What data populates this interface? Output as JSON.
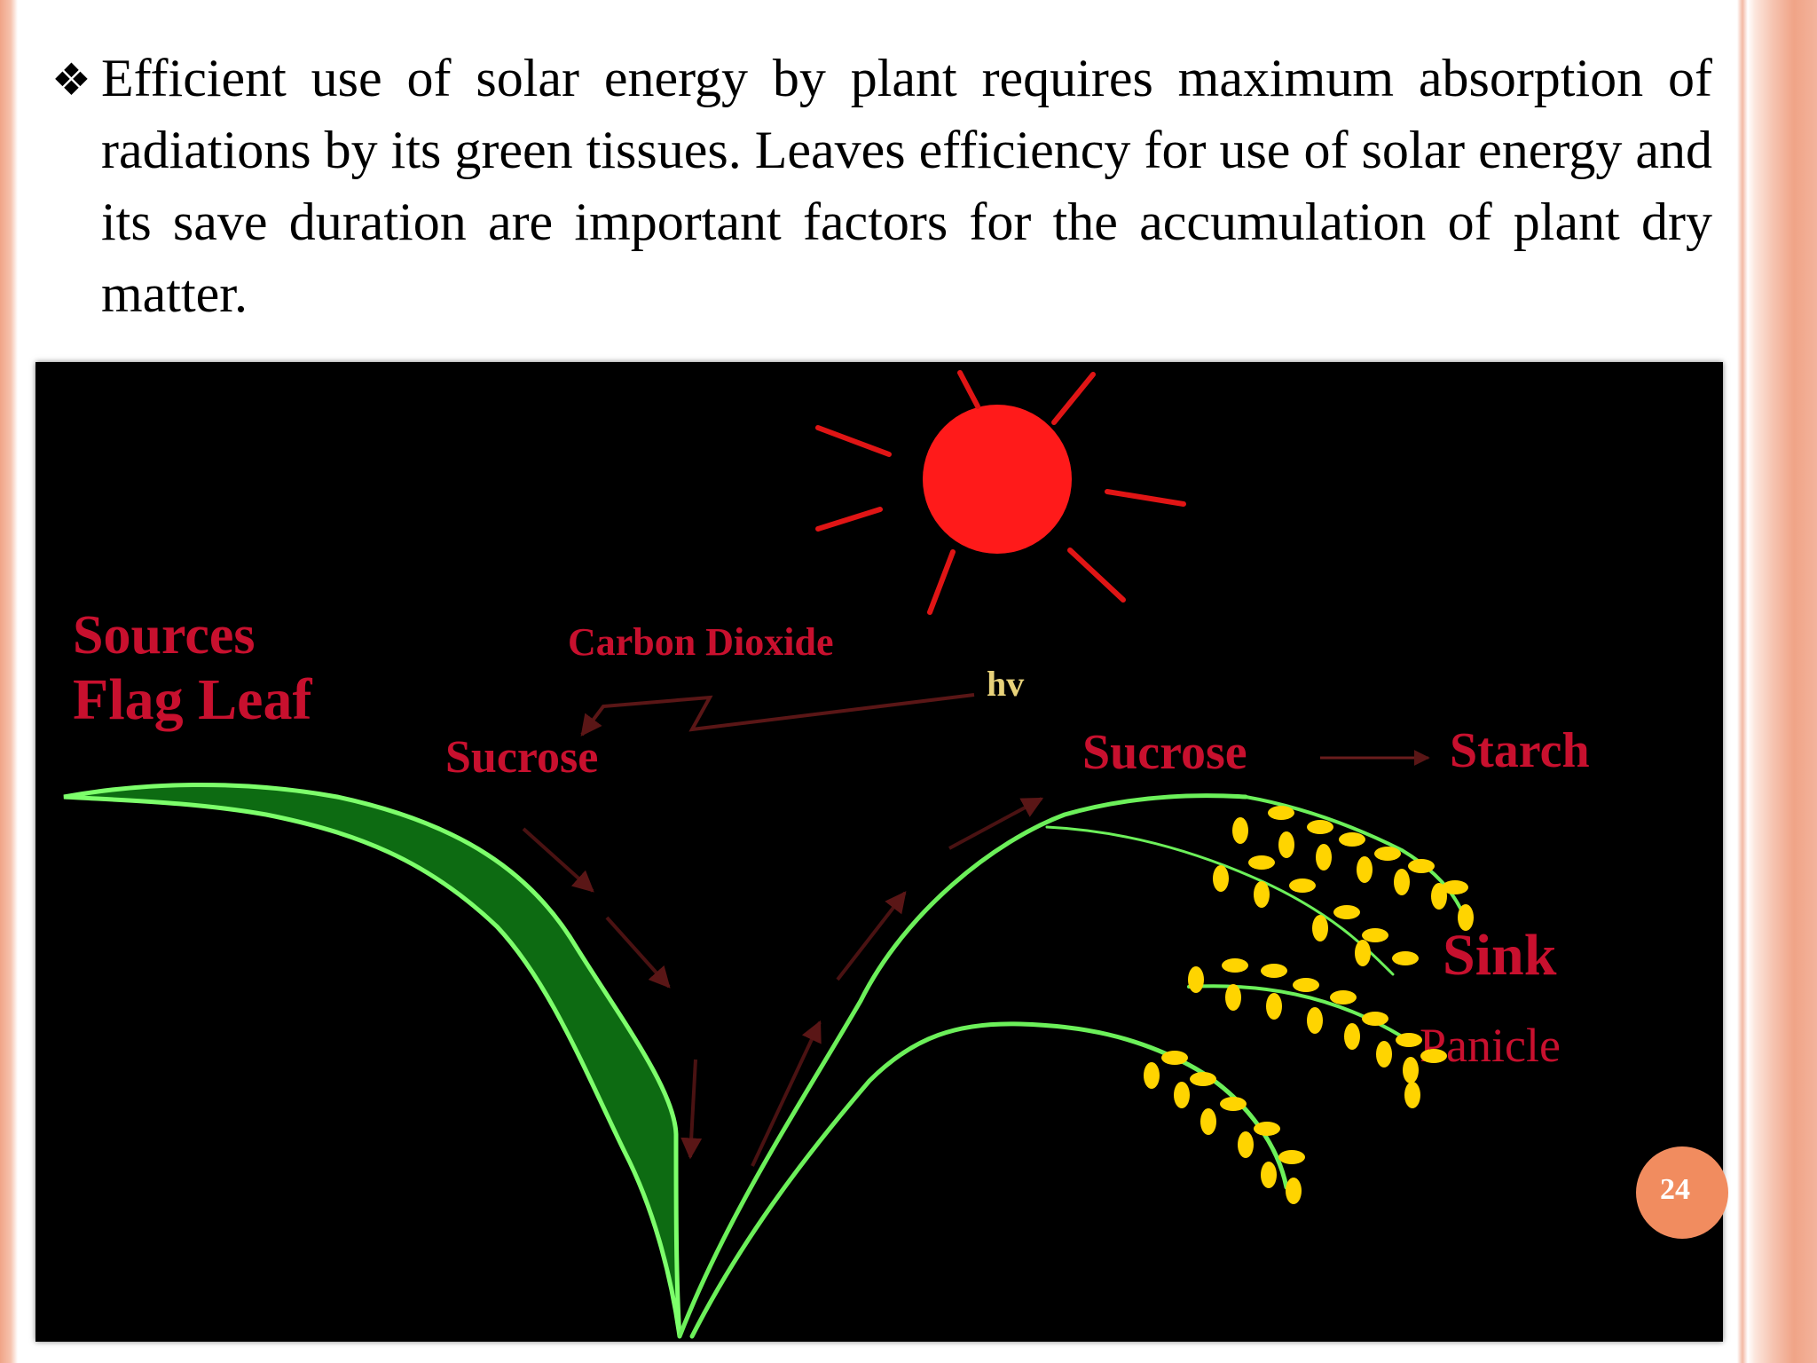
{
  "slide": {
    "bullet_symbol": "❖",
    "body_text": "Efficient use of solar energy by plant requires maximum absorption of radiations by its green tissues. Leaves efficiency for use of solar energy and its save duration are important factors for the accumulation of plant dry matter.",
    "page_number": "24"
  },
  "diagram": {
    "labels": {
      "sources": "Sources",
      "flag_leaf": "Flag Leaf",
      "carbon_dioxide": "Carbon Dioxide",
      "hv": "hv",
      "sucrose_leaf": "Sucrose",
      "sucrose_panicle": "Sucrose",
      "starch": "Starch",
      "sink": "Sink",
      "panicle": "Panicle"
    }
  },
  "colors": {
    "label_red": "#c8102e",
    "sun_red": "#ff1a1a",
    "leaf_outline": "#7dff6b",
    "leaf_fill": "#0d6b12",
    "grain_yellow": "#ffd400",
    "arrow_dark": "#4a1212",
    "picture_bg": "#000000",
    "accent_orange": "#f18c5f"
  }
}
